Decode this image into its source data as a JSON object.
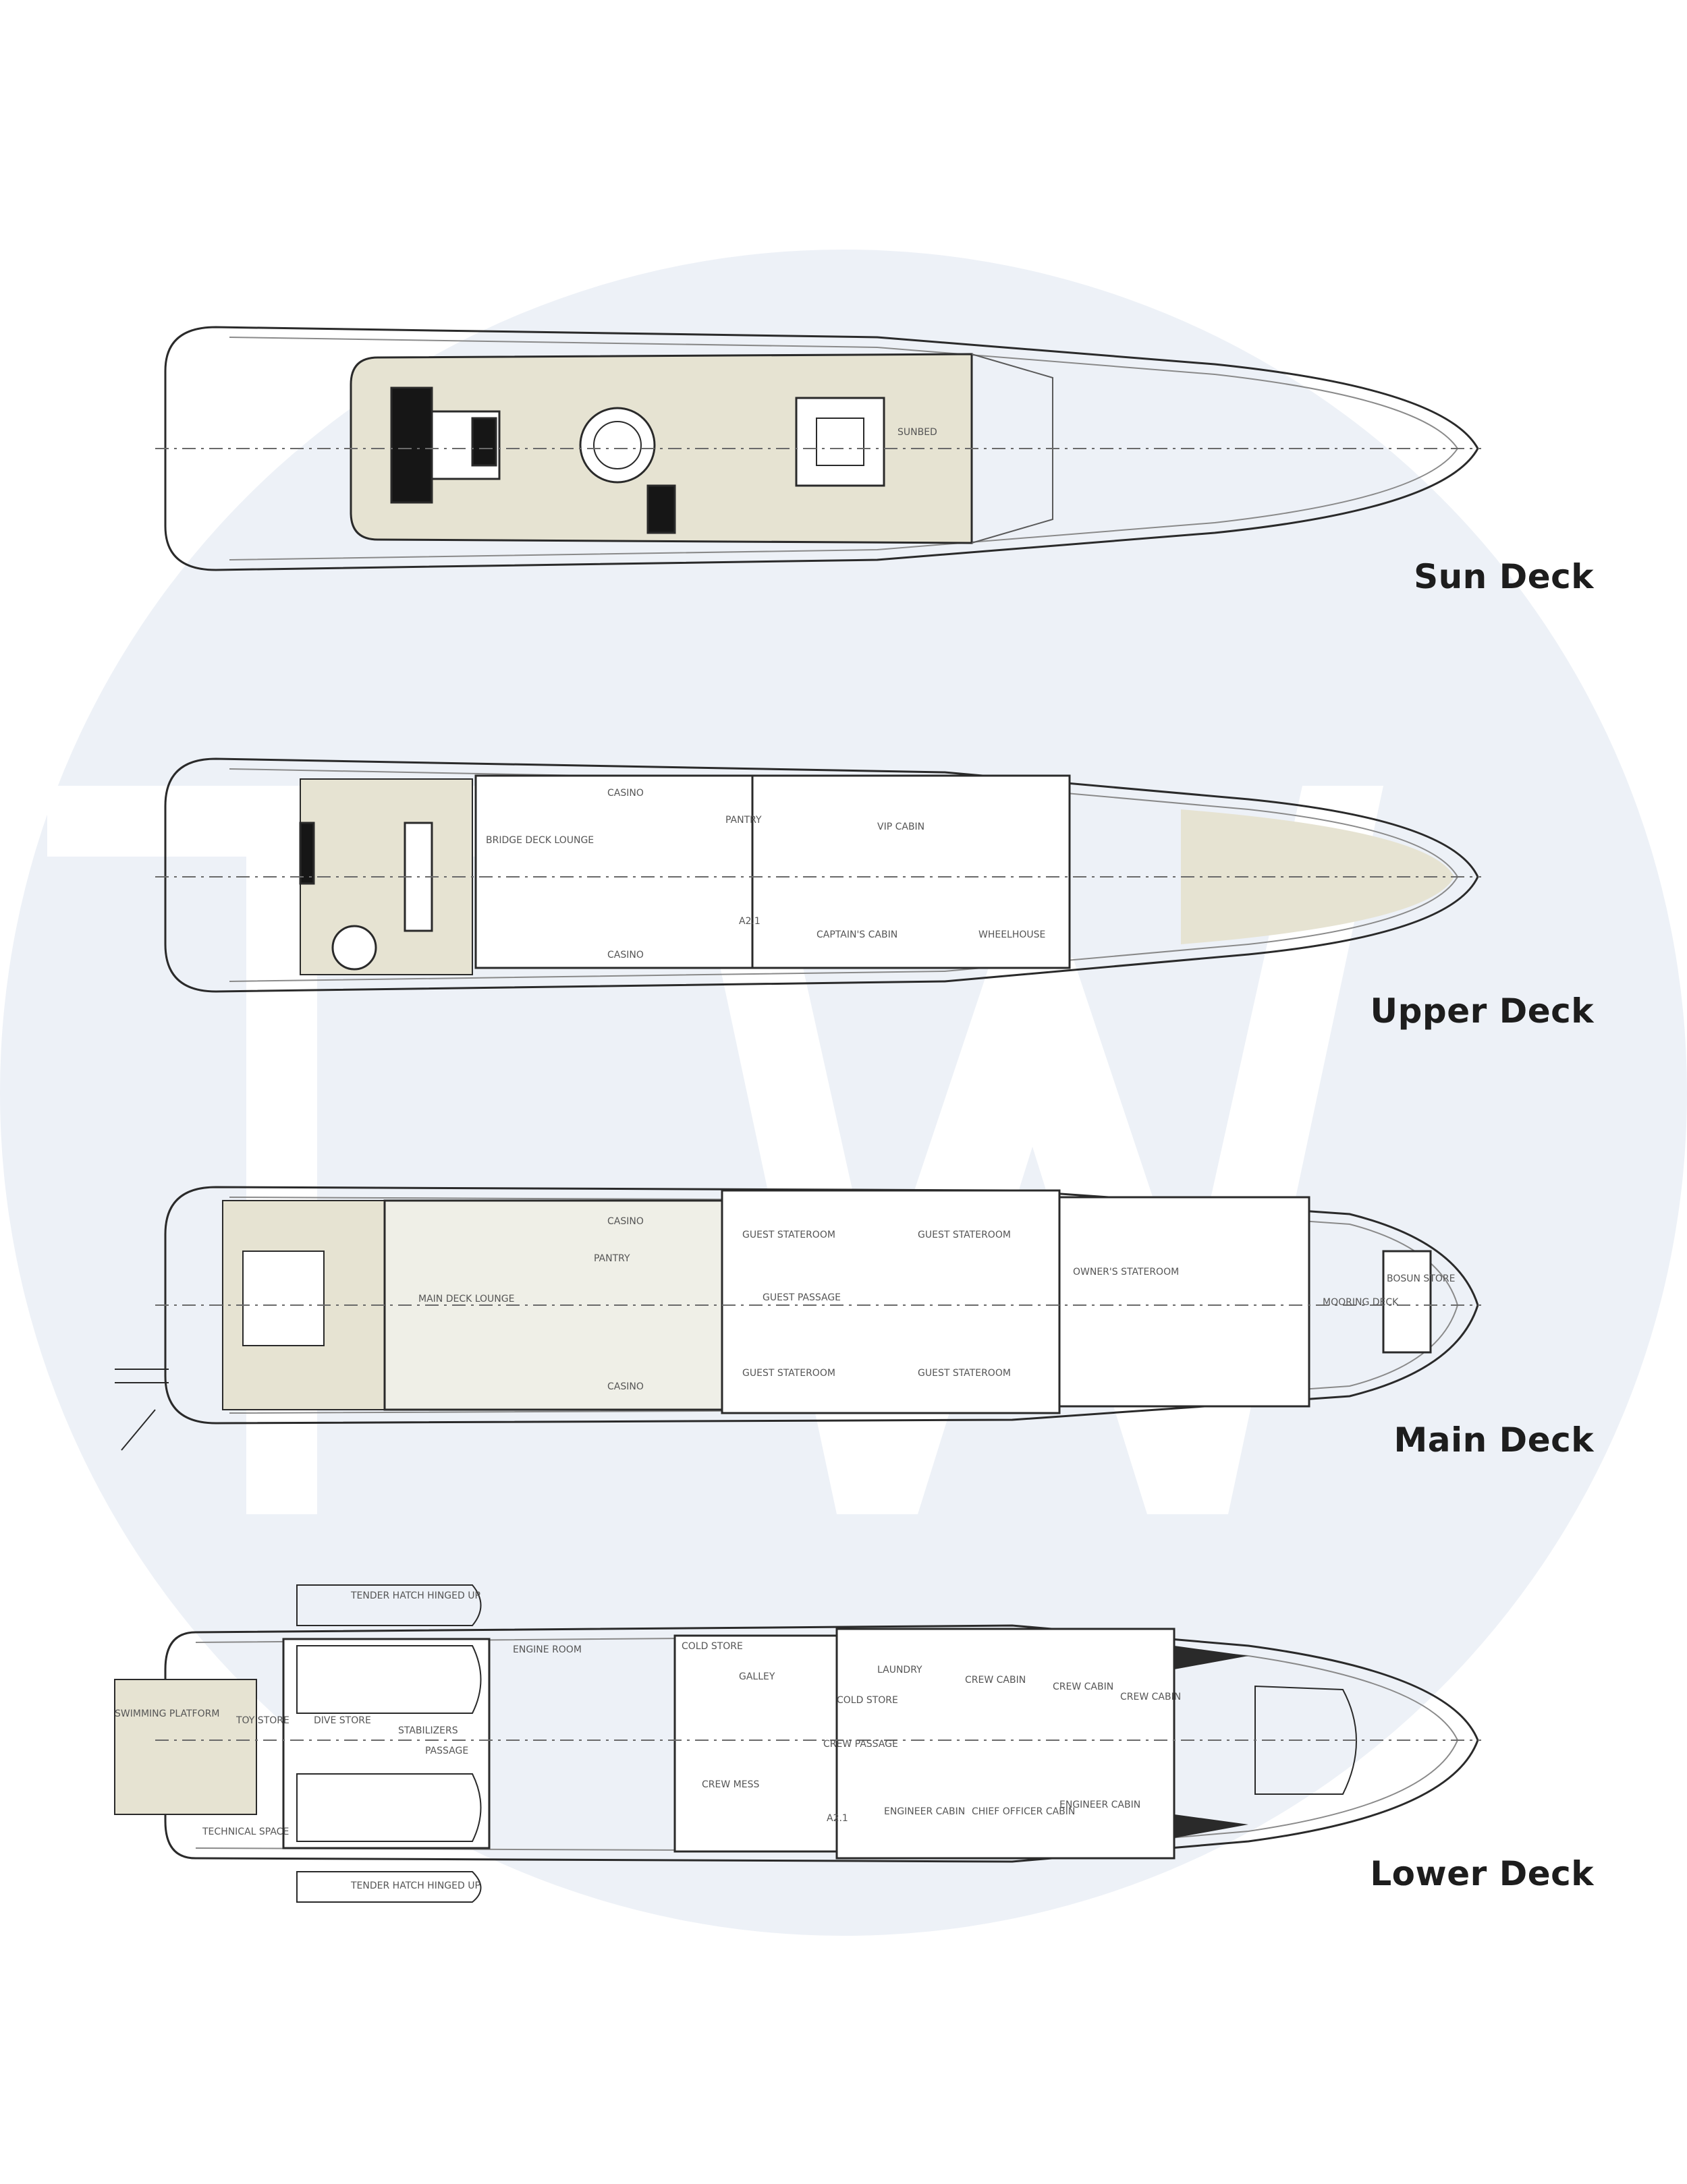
{
  "palette": {
    "watermark": "#edf1f7",
    "line": "#2a2a2a",
    "thin_line": "#7a7a7a",
    "teak": "#e6e3d2",
    "floor": "#efefe7",
    "dark": "#161616"
  },
  "decks": [
    {
      "label": "Sun Deck",
      "rooms": [
        "SUNBED"
      ]
    },
    {
      "label": "Upper Deck",
      "rooms": [
        "BRIDGE DECK LOUNGE",
        "CASINO",
        "CASINO",
        "PANTRY",
        "VIP CABIN",
        "CAPTAIN'S CABIN",
        "WHEELHOUSE",
        "A2.1"
      ]
    },
    {
      "label": "Main Deck",
      "rooms": [
        "MAIN DECK LOUNGE",
        "PANTRY",
        "CASINO",
        "CASINO",
        "GUEST STATEROOM",
        "GUEST STATEROOM",
        "GUEST STATEROOM",
        "GUEST STATEROOM",
        "OWNER'S STATEROOM",
        "GUEST PASSAGE",
        "MOORING DECK",
        "BOSUN STORE"
      ]
    },
    {
      "label": "Lower Deck",
      "rooms": [
        "TENDER HATCH HINGED UP",
        "TENDER HATCH HINGED UP",
        "TOY STORE",
        "DIVE STORE",
        "TECHNICAL SPACE",
        "STABILIZERS",
        "PASSAGE",
        "GALLEY",
        "COLD STORE",
        "COLD STORE",
        "LAUNDRY",
        "CREW MESS",
        "A2.1",
        "CREW PASSAGE",
        "CREW CABIN",
        "CREW CABIN",
        "CREW CABIN",
        "ENGINEER CABIN",
        "CHIEF OFFICER CABIN",
        "ENGINEER CABIN",
        "SWIMMING PLATFORM",
        "ENGINE ROOM"
      ]
    }
  ]
}
